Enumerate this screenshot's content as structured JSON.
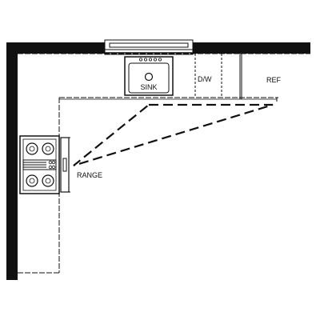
{
  "labels": {
    "sink": "SINK",
    "dishwasher": "D/W",
    "refrigerator": "REF",
    "range": "RANGE"
  },
  "colors": {
    "wall": "#111111",
    "line": "#111111",
    "background": "#ffffff"
  }
}
